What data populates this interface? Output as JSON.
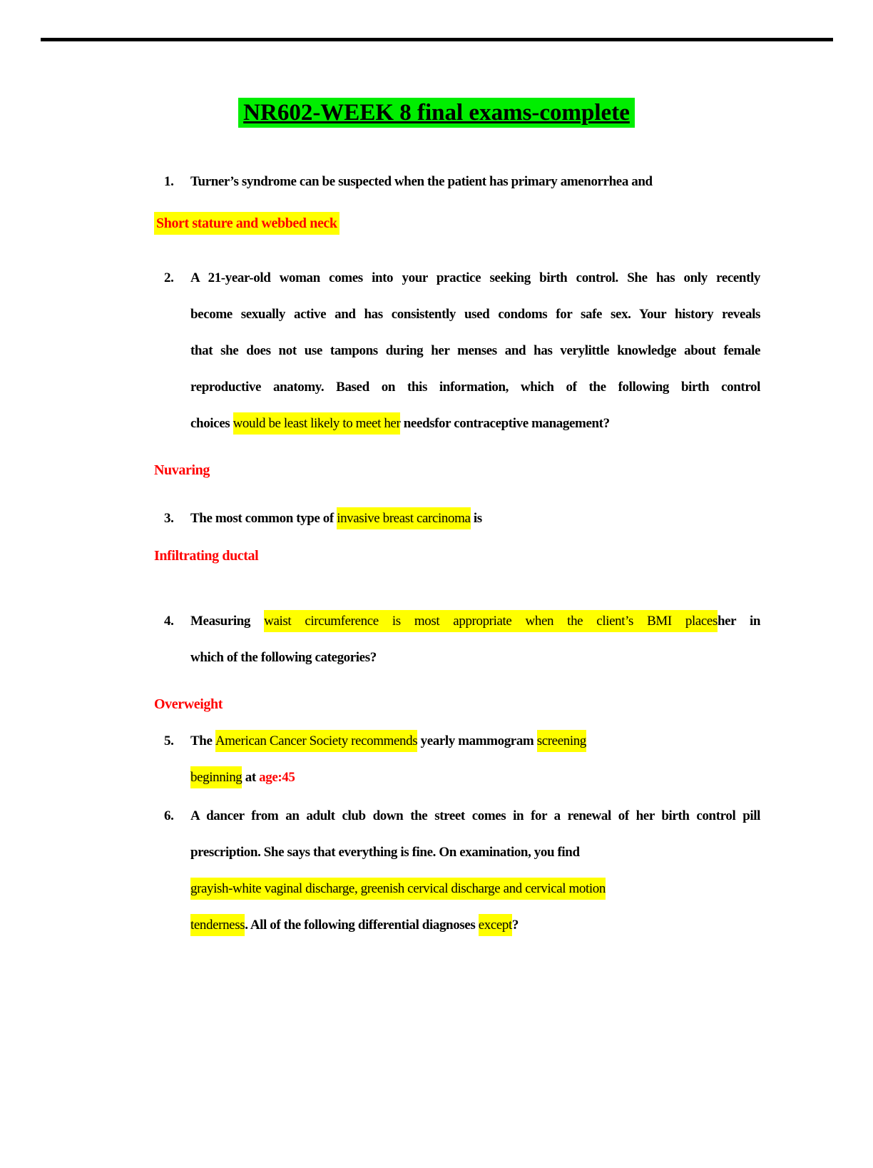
{
  "title": {
    "text": "NR602-WEEK 8 final exams-complete"
  },
  "colors": {
    "title_highlight": "#00ee00",
    "text_highlight": "#ffff00",
    "answer_red": "#ff0000",
    "body_text": "#000000",
    "rule": "#000000"
  },
  "blocks": [
    {
      "type": "question",
      "number": "1.",
      "lines": [
        {
          "justify": false,
          "segments": [
            {
              "style": "b",
              "text": "Turner’s syndrome can be suspected when the patient has primary amenorrhea and"
            }
          ]
        }
      ]
    },
    {
      "type": "answer",
      "highlighted": true,
      "text": "Short stature and webbed neck"
    },
    {
      "type": "question",
      "number": "2.",
      "lines": [
        {
          "justify": true,
          "segments": [
            {
              "style": "b",
              "text": "A 21-year-old woman comes into your practice seeking birth control. She has only recently"
            }
          ]
        },
        {
          "justify": true,
          "segments": [
            {
              "style": "b",
              "text": "become sexually active and has consistently used condoms for safe sex. Your history reveals"
            }
          ]
        },
        {
          "justify": true,
          "segments": [
            {
              "style": "b",
              "text": "that she does not use tampons during her menses and has verylittle knowledge about female"
            }
          ]
        },
        {
          "justify": true,
          "segments": [
            {
              "style": "b",
              "text": "reproductive anatomy. Based on this information, which of the following birth control"
            }
          ]
        },
        {
          "justify": false,
          "segments": [
            {
              "style": "b",
              "text": "choices "
            },
            {
              "style": "h",
              "text": "would be least likely to meet her"
            },
            {
              "style": "b",
              "text": " needsfor contraceptive management?"
            }
          ]
        }
      ]
    },
    {
      "type": "answer",
      "highlighted": false,
      "text": "Nuvaring"
    },
    {
      "type": "question",
      "number": "3.",
      "lines": [
        {
          "justify": false,
          "segments": [
            {
              "style": "b",
              "text": "The most common type of "
            },
            {
              "style": "h",
              "text": "invasive breast carcinoma"
            },
            {
              "style": "b",
              "text": " is"
            }
          ]
        }
      ]
    },
    {
      "type": "answer",
      "highlighted": false,
      "text": "Infiltrating ductal"
    },
    {
      "type": "question",
      "number": "4.",
      "lines": [
        {
          "justify": true,
          "segments": [
            {
              "style": "b",
              "text": "Measuring "
            },
            {
              "style": "h",
              "text": "waist circumference is most appropriate when the client’s BMI places"
            },
            {
              "style": "b",
              "text": "her in"
            }
          ]
        },
        {
          "justify": false,
          "segments": [
            {
              "style": "b",
              "text": "which of the following categories?"
            }
          ]
        }
      ]
    },
    {
      "type": "answer",
      "highlighted": false,
      "text": "Overweight"
    },
    {
      "type": "question",
      "number": "5.",
      "lines": [
        {
          "justify": false,
          "segments": [
            {
              "style": "b",
              "text": "The "
            },
            {
              "style": "h",
              "text": "American Cancer Society recommends"
            },
            {
              "style": "b",
              "text": " yearly mammogram "
            },
            {
              "style": "h",
              "text": "screening"
            }
          ]
        },
        {
          "justify": false,
          "segments": [
            {
              "style": "h",
              "text": "beginning"
            },
            {
              "style": "b",
              "text": " at "
            },
            {
              "style": "r",
              "text": "age:45"
            }
          ]
        }
      ]
    },
    {
      "type": "question",
      "number": "6.",
      "lines": [
        {
          "justify": true,
          "segments": [
            {
              "style": "b",
              "text": "A dancer from an adult club down the street comes in for a renewal of her birth control pill"
            }
          ]
        },
        {
          "justify": false,
          "segments": [
            {
              "style": "b",
              "text": "prescription. She says that everything is fine. On examination, you find"
            }
          ]
        },
        {
          "justify": false,
          "segments": [
            {
              "style": "h",
              "text": "grayish-white vaginal discharge, greenish cervical discharge and cervical motion"
            }
          ]
        },
        {
          "justify": false,
          "segments": [
            {
              "style": "h",
              "text": "tenderness"
            },
            {
              "style": "b",
              "text": ". All of the following differential diagnoses "
            },
            {
              "style": "h",
              "text": "except"
            },
            {
              "style": "b",
              "text": "?"
            }
          ]
        }
      ]
    }
  ]
}
